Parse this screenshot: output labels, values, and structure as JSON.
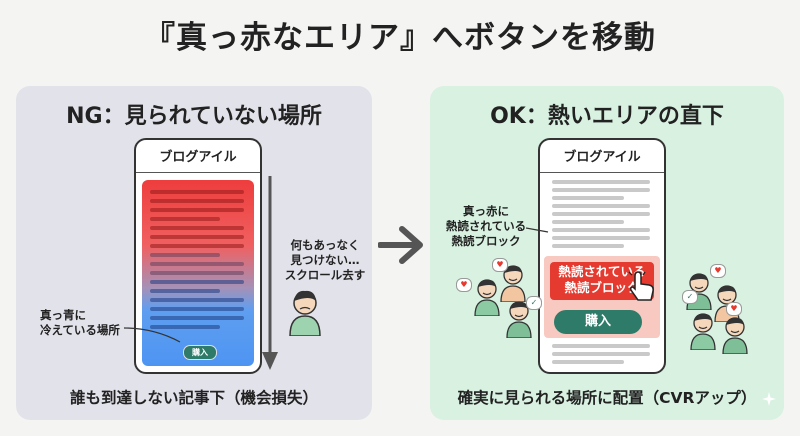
{
  "title": "『真っ赤なエリア』へボタンを移動",
  "ng": {
    "heading": "NG：見られていない場所",
    "phone_title": "ブログアイル",
    "buy_label": "購入",
    "scroll_note": [
      "何もあっなく",
      "見つけない…",
      "スクロール去す"
    ],
    "cold_note": [
      "真っ青に",
      "冷えている場所"
    ],
    "caption": "誰も到達しない記事下（機会損失）"
  },
  "ok": {
    "heading": "OK：熱いエリアの直下",
    "phone_title": "ブログアイル",
    "hot_note": [
      "真っ赤に",
      "熱読されている",
      "熱読ブロック"
    ],
    "hot_box": [
      "熱読されている",
      "熱読ブロック"
    ],
    "buy_label": "購入",
    "caption": "確実に見られる場所に配置（CVRアップ）"
  },
  "colors": {
    "hot": "#e53a2f",
    "cold": "#4d95f2",
    "button": "#2d7b68",
    "ng_bg": "#e2e2ea",
    "ok_bg": "#d8f1e1"
  },
  "icons": [
    "scroll-down-arrow-icon",
    "right-arrow-icon",
    "pointer-hand-icon",
    "person-icon",
    "heart-icon",
    "check-icon",
    "sparkle-icon"
  ]
}
